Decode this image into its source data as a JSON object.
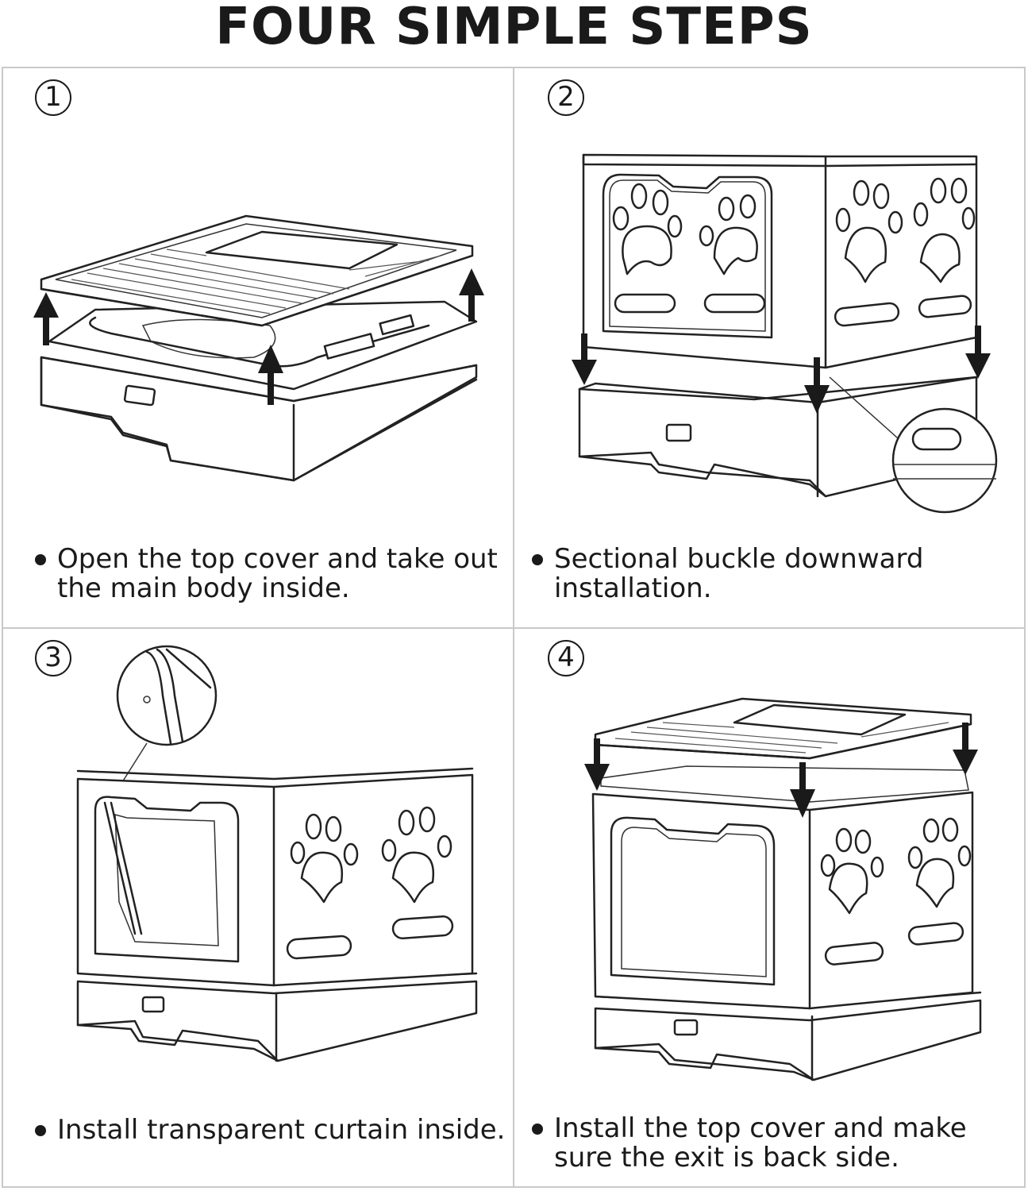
{
  "title": "FOUR SIMPLE STEPS",
  "steps": [
    {
      "number": "1",
      "caption_line1": "Open the top cover and take out",
      "caption_line2": "the main body inside."
    },
    {
      "number": "2",
      "caption_line1": "Sectional buckle downward",
      "caption_line2": "installation."
    },
    {
      "number": "3",
      "caption_line1": "Install transparent curtain inside.",
      "caption_line2": ""
    },
    {
      "number": "4",
      "caption_line1": "Install the top cover and make",
      "caption_line2": "sure the exit is back side."
    }
  ],
  "icons": [
    "circled-number-icon",
    "bullet-dot-icon",
    "arrow-up-icon",
    "arrow-down-icon",
    "paw-print-icon",
    "magnifier-detail-icon"
  ]
}
